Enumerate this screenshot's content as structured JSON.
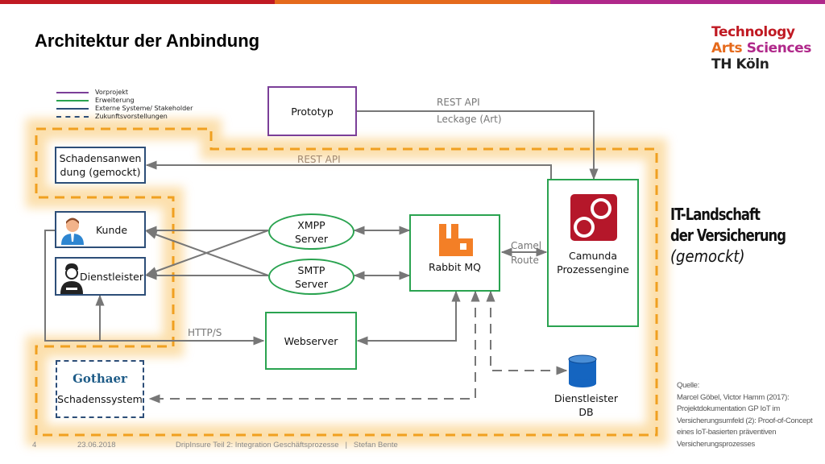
{
  "header": {
    "title": "Architektur der Anbindung",
    "brand_colors": [
      "#c01a23",
      "#e56a1c",
      "#b0288a"
    ]
  },
  "logo": {
    "line1": "Technology",
    "line2a": "Arts",
    "line2b": "Sciences",
    "line3": "TH Köln"
  },
  "legend": {
    "items": [
      {
        "label": "Vorprojekt",
        "color": "#7b3f98",
        "style": "solid"
      },
      {
        "label": "Erweiterung",
        "color": "#2aa350",
        "style": "solid"
      },
      {
        "label": "Externe Systeme/ Stakeholder",
        "color": "#2d4e78",
        "style": "solid"
      },
      {
        "label": "Zukunftsvorstellungen",
        "color": "#2d4e78",
        "style": "dashed"
      }
    ]
  },
  "nodes": {
    "prototyp": "Prototyp",
    "schadensanwendung_1": "Schadensanwen",
    "schadensanwendung_2": "dung (gemockt)",
    "kunde": "Kunde",
    "dienstleister": "Dienstleister",
    "xmpp_1": "XMPP",
    "xmpp_2": "Server",
    "smtp_1": "SMTP",
    "smtp_2": "Server",
    "rabbitmq": "Rabbit MQ",
    "camunda_1": "Camunda",
    "camunda_2": "Prozessengine",
    "webserver": "Webserver",
    "gothaer_logo": "Gothaer",
    "schadenssystem": "Schadenssystem",
    "db_1": "Dienstleister",
    "db_2": "DB"
  },
  "edge_labels": {
    "rest_api_top": "REST API",
    "leckage": "Leckage (Art)",
    "rest_api_mid": "REST API",
    "camel_1": "Camel",
    "camel_2": "Route",
    "https": "HTTP/S"
  },
  "region": {
    "line1": "IT-Landschaft",
    "line2": "der Versicherung",
    "line3": "(gemockt)",
    "highlight_color": "#f0a020"
  },
  "source": {
    "label": "Quelle:",
    "text": "Marcel Göbel, Victor Hamm (2017): Projektdokumentation GP IoT im Versicherungsumfeld (2): Proof-of-Concept eines IoT-basierten präventiven Versicherungsprozesses"
  },
  "footer": {
    "page": "4",
    "date": "23.06.2018",
    "text": "DripInsure Teil 2: Integration Geschäftsprozesse   |   Stefan Bente"
  }
}
